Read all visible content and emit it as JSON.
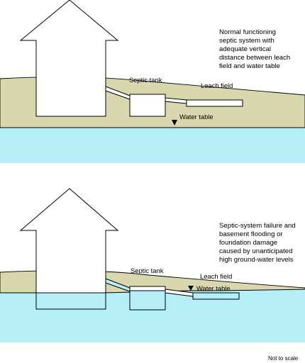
{
  "colors": {
    "soil": "#d9d7ad",
    "water": "#b5eef6",
    "structure_fill": "#ffffff",
    "outline": "#000000"
  },
  "panels": [
    {
      "caption": [
        "Normal functioning",
        "septic system with",
        "adequate vertical",
        "distance between leach",
        "field and water table"
      ],
      "labels": {
        "septic_tank": "Septic tank",
        "leach_field": "Leach field",
        "water_table": "Water table"
      }
    },
    {
      "caption": [
        "Septic-system failure and",
        "basement flooding or",
        "foundation damage",
        "caused by unanticipated",
        "high ground-water levels"
      ],
      "labels": {
        "septic_tank": "Septic tank",
        "leach_field": "Leach field",
        "water_table": "Water table"
      }
    }
  ],
  "footer_note": "Not to scale"
}
